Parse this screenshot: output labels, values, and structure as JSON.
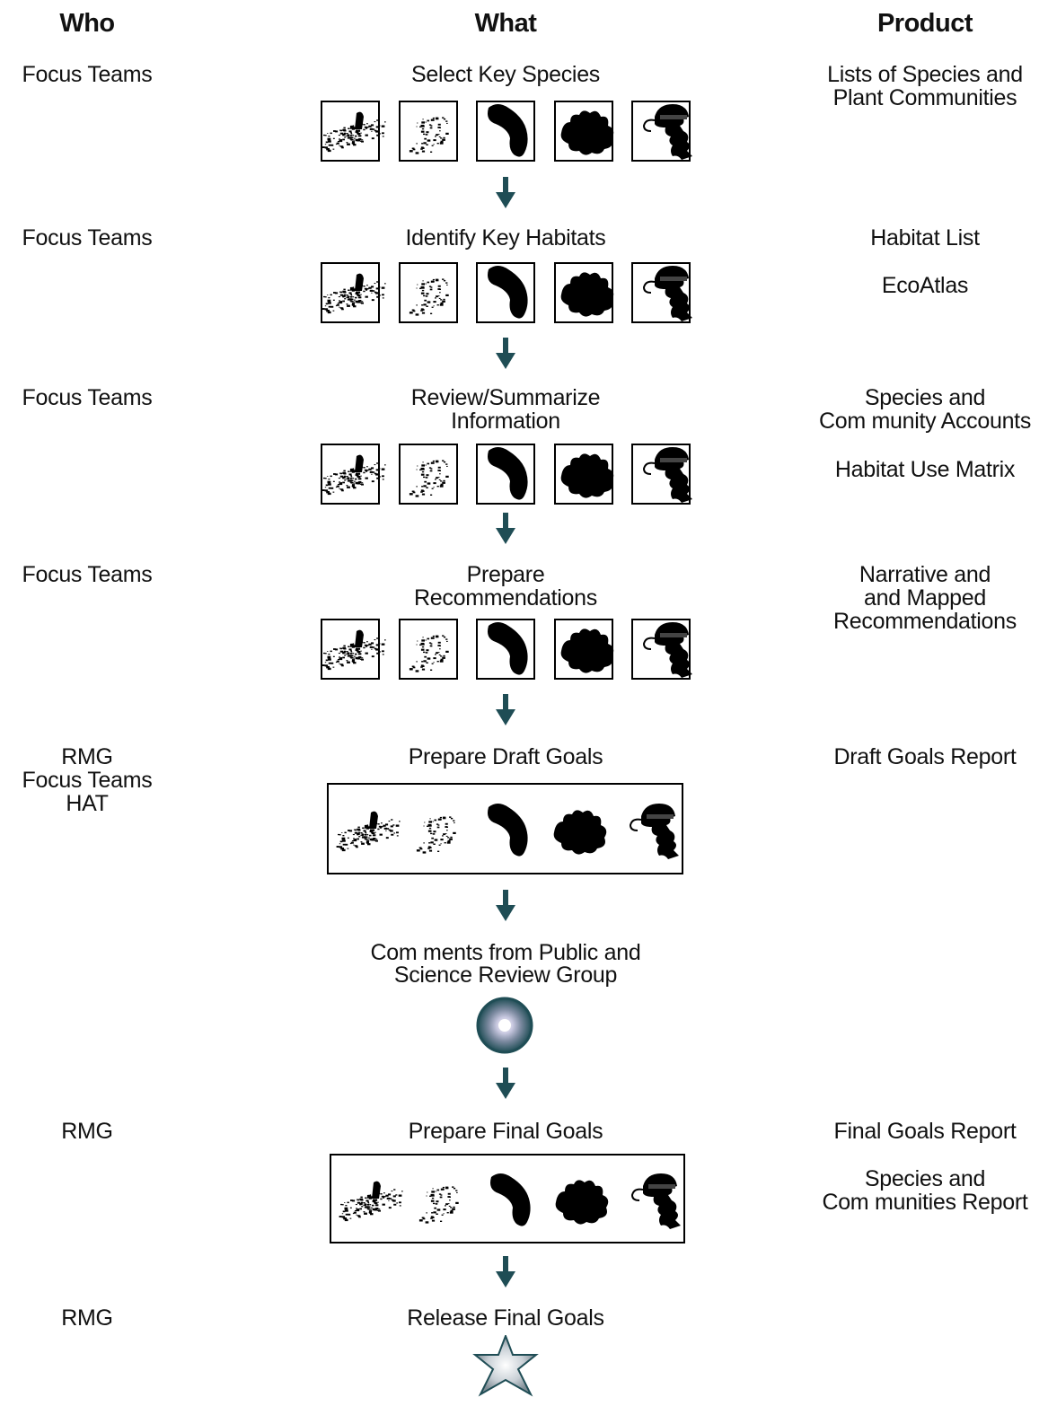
{
  "headers": {
    "who": "Who",
    "what": "What",
    "product": "Product"
  },
  "steps": [
    {
      "who": "Focus Teams",
      "what": "Select Key Species",
      "products": [
        "Lists of Species and\nPlant Communities"
      ]
    },
    {
      "who": "Focus Teams",
      "what": "Identify Key Habitats",
      "products": [
        "Habitat List",
        "EcoAtlas"
      ]
    },
    {
      "who": "Focus Teams",
      "what": "Review/Summarize\nInformation",
      "products": [
        "Species and\nCom munity Accounts",
        "Habitat Use Matrix"
      ]
    },
    {
      "who": "Focus Teams",
      "what": "Prepare\nRecommendations",
      "products": [
        "Narrative and\nand Mapped\nRecommendations"
      ]
    },
    {
      "who": "RMG\nFocus Teams\nHAT",
      "what": "Prepare Draft Goals",
      "products": [
        "Draft Goals Report"
      ]
    },
    {
      "who": "",
      "what": "Com ments from Public and\nScience Review Group",
      "products": []
    },
    {
      "who": "RMG",
      "what": "Prepare Final Goals",
      "products": [
        "Final Goals Report",
        "Species and\nCom munities Report"
      ]
    },
    {
      "who": "RMG",
      "what": "Release Final Goals",
      "products": []
    }
  ],
  "icons": [
    "marsh-birds-icon",
    "shorebirds-icon",
    "fish-icon",
    "plants-icon",
    "mammal-icon"
  ],
  "colors": {
    "arrow": "#1f4d55",
    "ring_outer": "#1f4d55",
    "ring_inner": "#e8e8f0",
    "star": "#c9d0d6"
  }
}
